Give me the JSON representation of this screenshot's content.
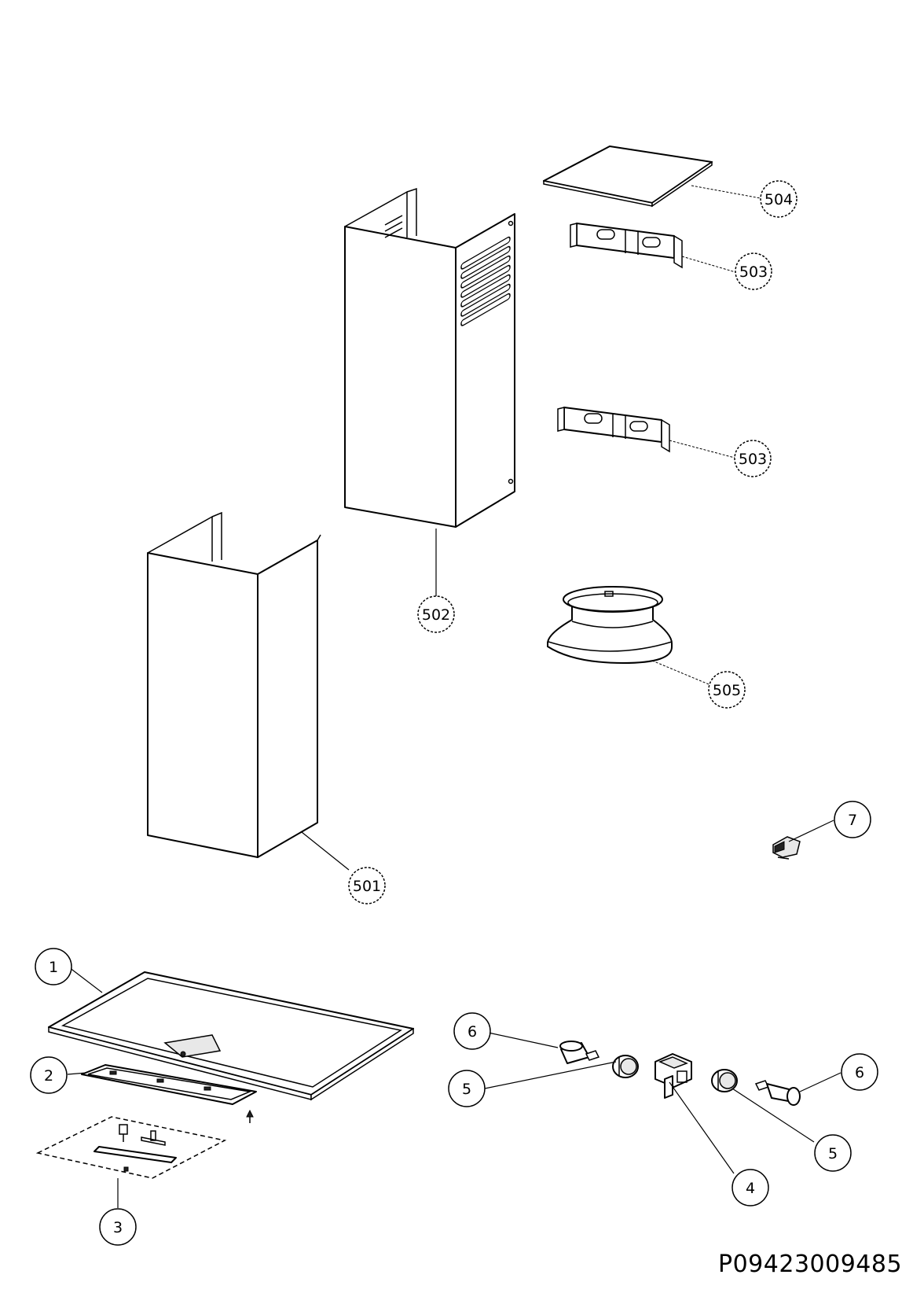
{
  "labels": {
    "part_504": "504",
    "part_503_top": "503",
    "part_503_bottom": "503",
    "part_502": "502",
    "part_505": "505",
    "part_501": "501",
    "part_7": "7",
    "part_1": "1",
    "part_2": "2",
    "part_3": "3",
    "part_6_left": "6",
    "part_5_left": "5",
    "part_4": "4",
    "part_5_right": "5",
    "part_6_right": "6"
  },
  "drawing_code": "P09423009485"
}
